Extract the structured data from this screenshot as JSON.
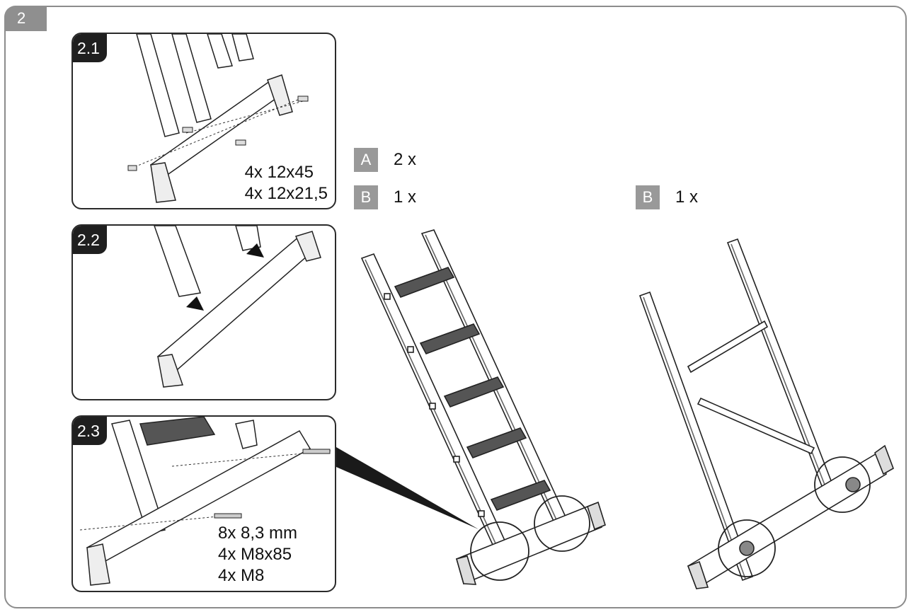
{
  "step": {
    "number": "2"
  },
  "panels": [
    {
      "label": "2.1",
      "hardware": [
        "4x 12x45",
        "4x 12x21,5"
      ]
    },
    {
      "label": "2.2",
      "hardware": []
    },
    {
      "label": "2.3",
      "hardware": [
        "8x 8,3 mm",
        "4x M8x85",
        "4x M8"
      ]
    }
  ],
  "parts": [
    {
      "letter": "A",
      "count": "2 x"
    },
    {
      "letter": "B",
      "count": "1 x"
    },
    {
      "letter": "B",
      "count": "1 x"
    }
  ],
  "colors": {
    "badge_gray": "#999999",
    "panel_badge": "#1f1f1f",
    "frame": "#8c8c8c"
  }
}
